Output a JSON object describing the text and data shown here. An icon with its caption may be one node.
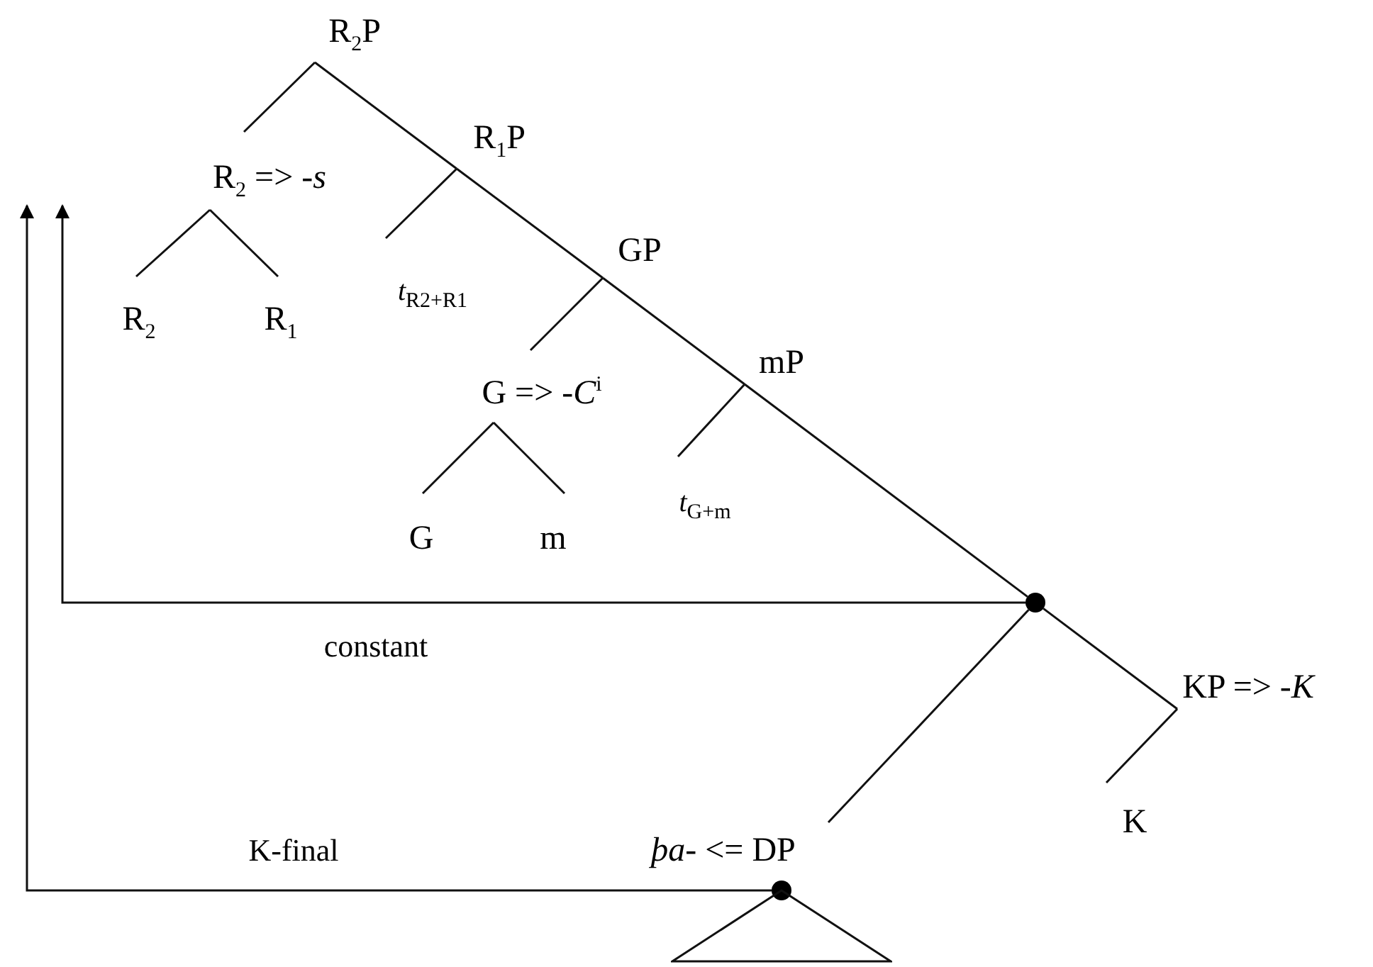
{
  "diagram": {
    "nodes": [
      {
        "text": [
          "R$_{2}$P"
        ]
      },
      {
        "text": [
          "R$_{2}$ => -*s*"
        ]
      },
      {
        "text": [
          "R$_{2}$"
        ]
      },
      {
        "text": [
          "R$_{1}$"
        ]
      },
      {
        "text": [
          "R$_{1}$P"
        ]
      },
      {
        "text": [
          "*t*$_{R2+R1}$"
        ]
      },
      {
        "text": [
          "GP"
        ]
      },
      {
        "text": [
          "G => -*C*$^{i}$"
        ]
      },
      {
        "text": [
          "G"
        ]
      },
      {
        "text": [
          "m"
        ]
      },
      {
        "text": [
          "mP"
        ]
      },
      {
        "text": [
          "*t*$_{G+m}$"
        ]
      },
      {
        "text": [],
        "shape": "circle"
      },
      {
        "text": [
          "KP => -*K*"
        ]
      },
      {
        "text": [
          "K"
        ]
      },
      {
        "text": [
          "*þa*- <= DP"
        ]
      },
      {
        "text": [],
        "shape": "circle"
      },
      {
        "text": [],
        "shape": "triangle"
      }
    ],
    "edges": [
      {
        "from": 0,
        "to": 1,
        "arrow": "none"
      },
      {
        "from": 0,
        "to": 4,
        "arrow": "none"
      },
      {
        "from": 1,
        "to": 2,
        "arrow": "none"
      },
      {
        "from": 1,
        "to": 3,
        "arrow": "none"
      },
      {
        "from": 4,
        "to": 5,
        "arrow": "none"
      },
      {
        "from": 4,
        "to": 6,
        "arrow": "none"
      },
      {
        "from": 6,
        "to": 7,
        "arrow": "none"
      },
      {
        "from": 6,
        "to": 10,
        "arrow": "none"
      },
      {
        "from": 7,
        "to": 8,
        "arrow": "none"
      },
      {
        "from": 7,
        "to": 9,
        "arrow": "none"
      },
      {
        "from": 10,
        "to": 11,
        "arrow": "none"
      },
      {
        "from": 10,
        "to": 12,
        "arrow": "none"
      },
      {
        "from": 12,
        "to": 13,
        "arrow": "none"
      },
      {
        "from": 13,
        "to": 14,
        "arrow": "none"
      },
      {
        "from": 12,
        "to": 15,
        "arrow": "none"
      },
      {
        "from": 12,
        "to": null,
        "arrow": "to",
        "label": "constant"
      },
      {
        "from": 16,
        "to": null,
        "arrow": "to",
        "label": "K-final"
      }
    ]
  }
}
